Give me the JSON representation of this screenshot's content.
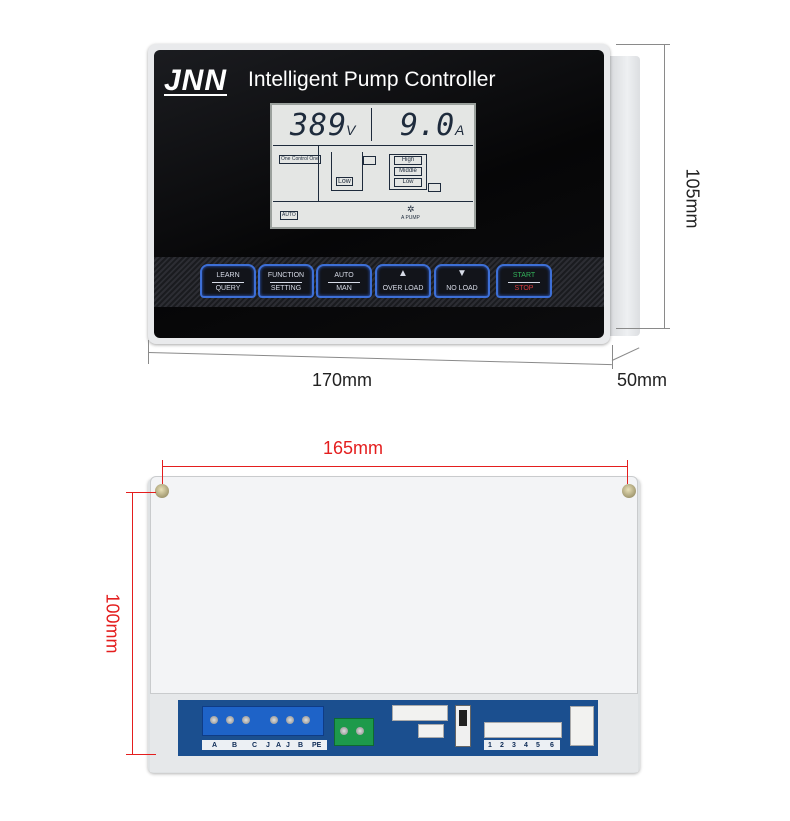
{
  "front": {
    "brand": "JNN",
    "title": "Intelligent Pump Controller",
    "lcd": {
      "voltage": "389",
      "voltage_unit": "V",
      "current": "9.0",
      "current_unit": "A",
      "mode_label": "One Control One",
      "auto_label": "AUTO",
      "tank_low": "Low",
      "level_high": "High",
      "level_middle": "Middle",
      "level_low": "Low",
      "pump_label": "A PUMP"
    },
    "buttons": [
      {
        "top": "LEARN",
        "bottom": "QUERY"
      },
      {
        "top": "FUNCTION",
        "bottom": "SETTING"
      },
      {
        "top": "AUTO",
        "bottom": "MAN"
      },
      {
        "top": "▲",
        "bottom": "OVER LOAD"
      },
      {
        "top": "▼",
        "bottom": "NO LOAD"
      },
      {
        "top": "START",
        "bottom": "STOP"
      }
    ],
    "dimensions": {
      "width": "170mm",
      "depth": "50mm",
      "height": "105mm"
    }
  },
  "rear": {
    "dimensions": {
      "width": "165mm",
      "height": "100mm"
    },
    "terminal_labels": [
      "A",
      "B",
      "C",
      "J",
      "A",
      "J",
      "B",
      "PE"
    ],
    "connector_labels": [
      "1",
      "2",
      "3",
      "4",
      "5",
      "6"
    ]
  },
  "colors": {
    "panel": "#0a0a0c",
    "key_border": "#3d6fd6",
    "start": "#33b25a",
    "stop": "#d53c3c",
    "rear_dimension": "#e41e1e",
    "pcb": "#1b4f8f"
  }
}
